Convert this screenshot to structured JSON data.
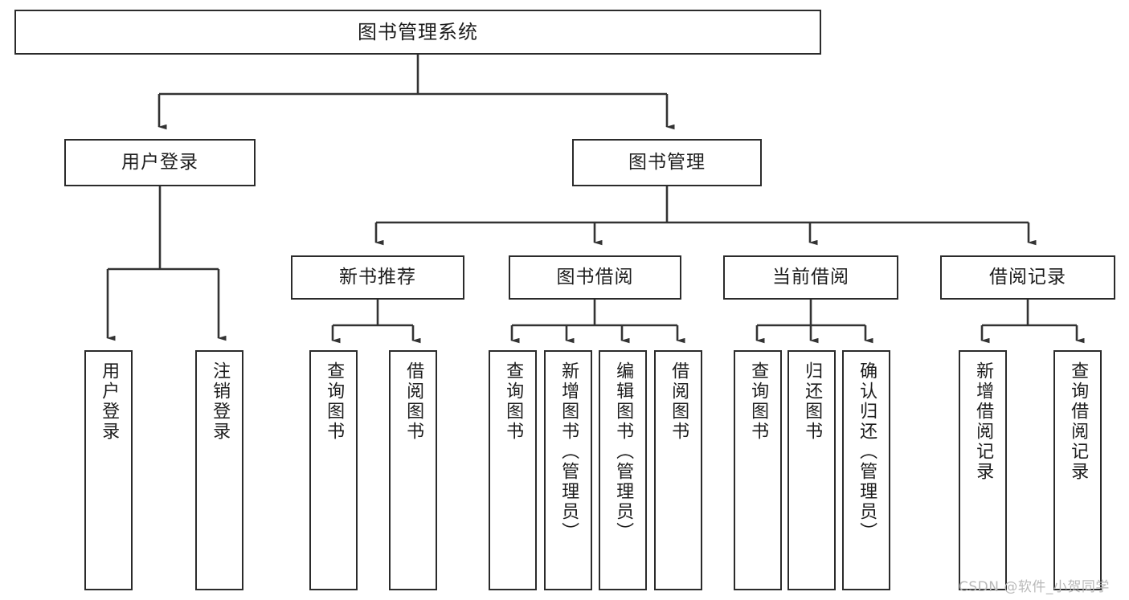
{
  "diagram": {
    "title": "图书管理系统",
    "type": "hierarchy-tree",
    "colors": {
      "box_border": "#2b2b2b",
      "box_fill": "#ffffff",
      "connector": "#333333",
      "text": "#1d1d1d",
      "watermark": "#b9b9b9",
      "background": "#ffffff"
    },
    "levels": {
      "root": {
        "label": "图书管理系统",
        "orientation": "horizontal"
      },
      "level2": [
        {
          "label": "用户登录",
          "orientation": "horizontal"
        },
        {
          "label": "图书管理",
          "orientation": "horizontal"
        }
      ],
      "level3": [
        {
          "label": "新书推荐",
          "orientation": "horizontal",
          "parent": "图书管理"
        },
        {
          "label": "图书借阅",
          "orientation": "horizontal",
          "parent": "图书管理"
        },
        {
          "label": "当前借阅",
          "orientation": "horizontal",
          "parent": "图书管理"
        },
        {
          "label": "借阅记录",
          "orientation": "horizontal",
          "parent": "图书管理"
        }
      ],
      "leaves": [
        {
          "label": "用户登录",
          "orientation": "vertical",
          "parent": "用户登录"
        },
        {
          "label": "注销登录",
          "orientation": "vertical",
          "parent": "用户登录"
        },
        {
          "label": "查询图书",
          "orientation": "vertical",
          "parent": "新书推荐"
        },
        {
          "label": "借阅图书",
          "orientation": "vertical",
          "parent": "新书推荐"
        },
        {
          "label": "查询图书",
          "orientation": "vertical",
          "parent": "图书借阅"
        },
        {
          "label": "新增图书（管理员）",
          "orientation": "vertical",
          "parent": "图书借阅"
        },
        {
          "label": "编辑图书（管理员）",
          "orientation": "vertical",
          "parent": "图书借阅"
        },
        {
          "label": "借阅图书",
          "orientation": "vertical",
          "parent": "图书借阅"
        },
        {
          "label": "查询图书",
          "orientation": "vertical",
          "parent": "当前借阅"
        },
        {
          "label": "归还图书",
          "orientation": "vertical",
          "parent": "当前借阅"
        },
        {
          "label": "确认归还（管理员）",
          "orientation": "vertical",
          "parent": "当前借阅"
        },
        {
          "label": "新增借阅记录",
          "orientation": "vertical",
          "parent": "借阅记录"
        },
        {
          "label": "查询借阅记录",
          "orientation": "vertical",
          "parent": "借阅记录"
        }
      ]
    }
  },
  "watermark": {
    "text": "CSDN @软件_小贺同学"
  }
}
